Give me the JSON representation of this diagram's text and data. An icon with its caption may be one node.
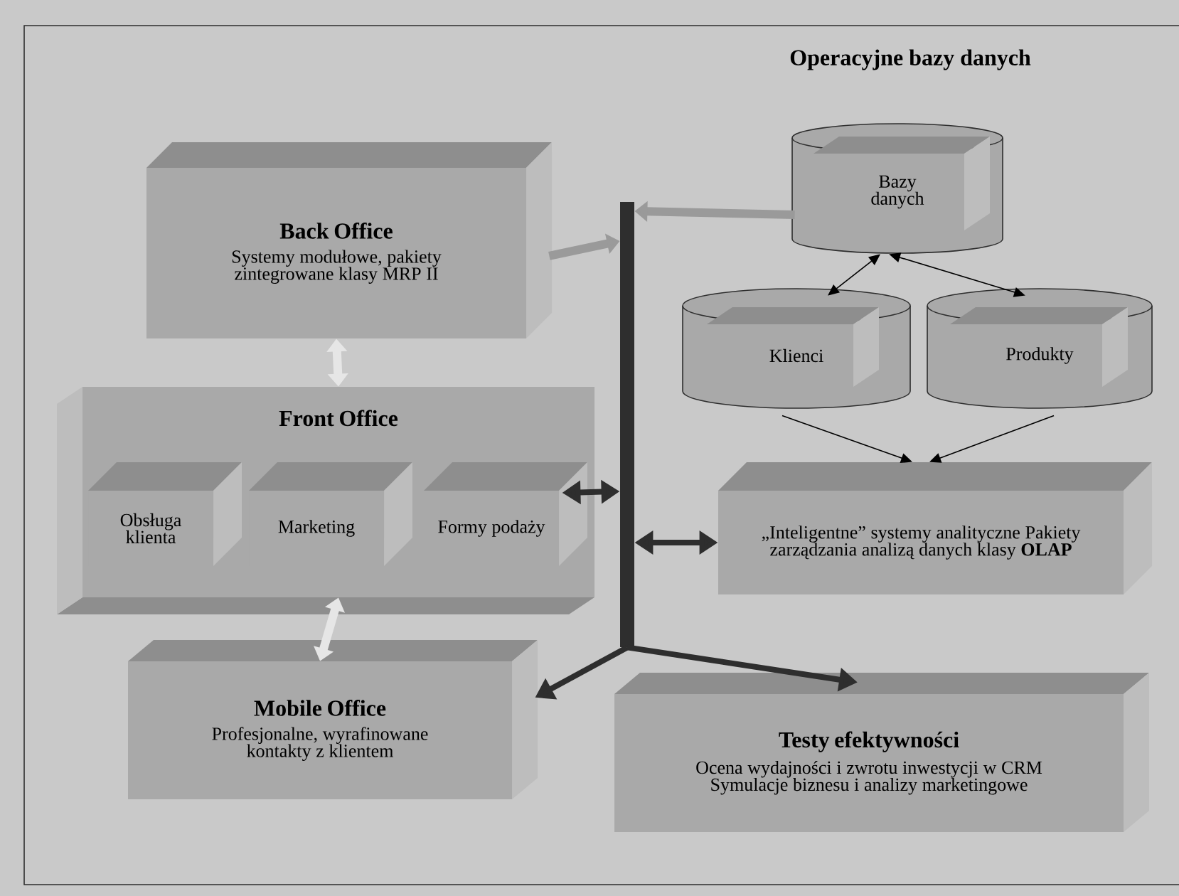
{
  "diagram": {
    "nodes": [
      {
        "text": [
          "Back Office",
          "Systemy modułowe, pakiety zintegrowane klasy MRP II"
        ]
      },
      {
        "text": [
          "Front Office"
        ]
      },
      {
        "text": [
          "Obsługa klienta"
        ],
        "in": 1
      },
      {
        "text": [
          "Marketing"
        ],
        "in": 1
      },
      {
        "text": [
          "Formy podaży"
        ],
        "in": 1
      },
      {
        "text": [
          "Mobile Office",
          "Profesjonalne, wyrafinowane kontakty z klientem"
        ]
      },
      {
        "text": [],
        "shape": "bar"
      },
      {
        "text": [
          "Bazy danych"
        ]
      },
      {
        "text": [
          "Klienci"
        ]
      },
      {
        "text": [
          "Produkty"
        ]
      },
      {
        "text": [
          "„Inteligentne” systemy analityczne Pakiety zarządzania analizą danych klasy **OLAP**"
        ]
      },
      {
        "text": [
          "Testy efektywności",
          "Ocena wydajności i zwrotu inwestycji w CRM Symulacje biznesu i analizy marketingowe"
        ]
      }
    ],
    "edges": [
      {
        "from": 0,
        "to": 1,
        "arrow": "both",
        "color": "#e6e6e6"
      },
      {
        "from": 1,
        "to": 5,
        "arrow": "both",
        "color": "#e6e6e6"
      },
      {
        "from": 0,
        "to": 6,
        "arrow": "to",
        "color": "#9a9a9a"
      },
      {
        "from": 7,
        "to": 6,
        "arrow": "to",
        "color": "#9a9a9a"
      },
      {
        "from": 4,
        "to": 6,
        "arrow": "both"
      },
      {
        "from": 6,
        "to": 10,
        "arrow": "both"
      },
      {
        "from": 6,
        "to": 5,
        "arrow": "to"
      },
      {
        "from": 6,
        "to": 11,
        "arrow": "to"
      },
      {
        "from": 7,
        "to": 8,
        "arrow": "both",
        "color": "#000000"
      },
      {
        "from": 7,
        "to": 9,
        "arrow": "both",
        "color": "#000000"
      },
      {
        "from": 8,
        "to": 10,
        "arrow": "to",
        "color": "#000000"
      },
      {
        "from": 9,
        "to": 10,
        "arrow": "to",
        "color": "#000000"
      }
    ],
    "labels": [
      "Operacyjne bazy danych"
    ]
  }
}
